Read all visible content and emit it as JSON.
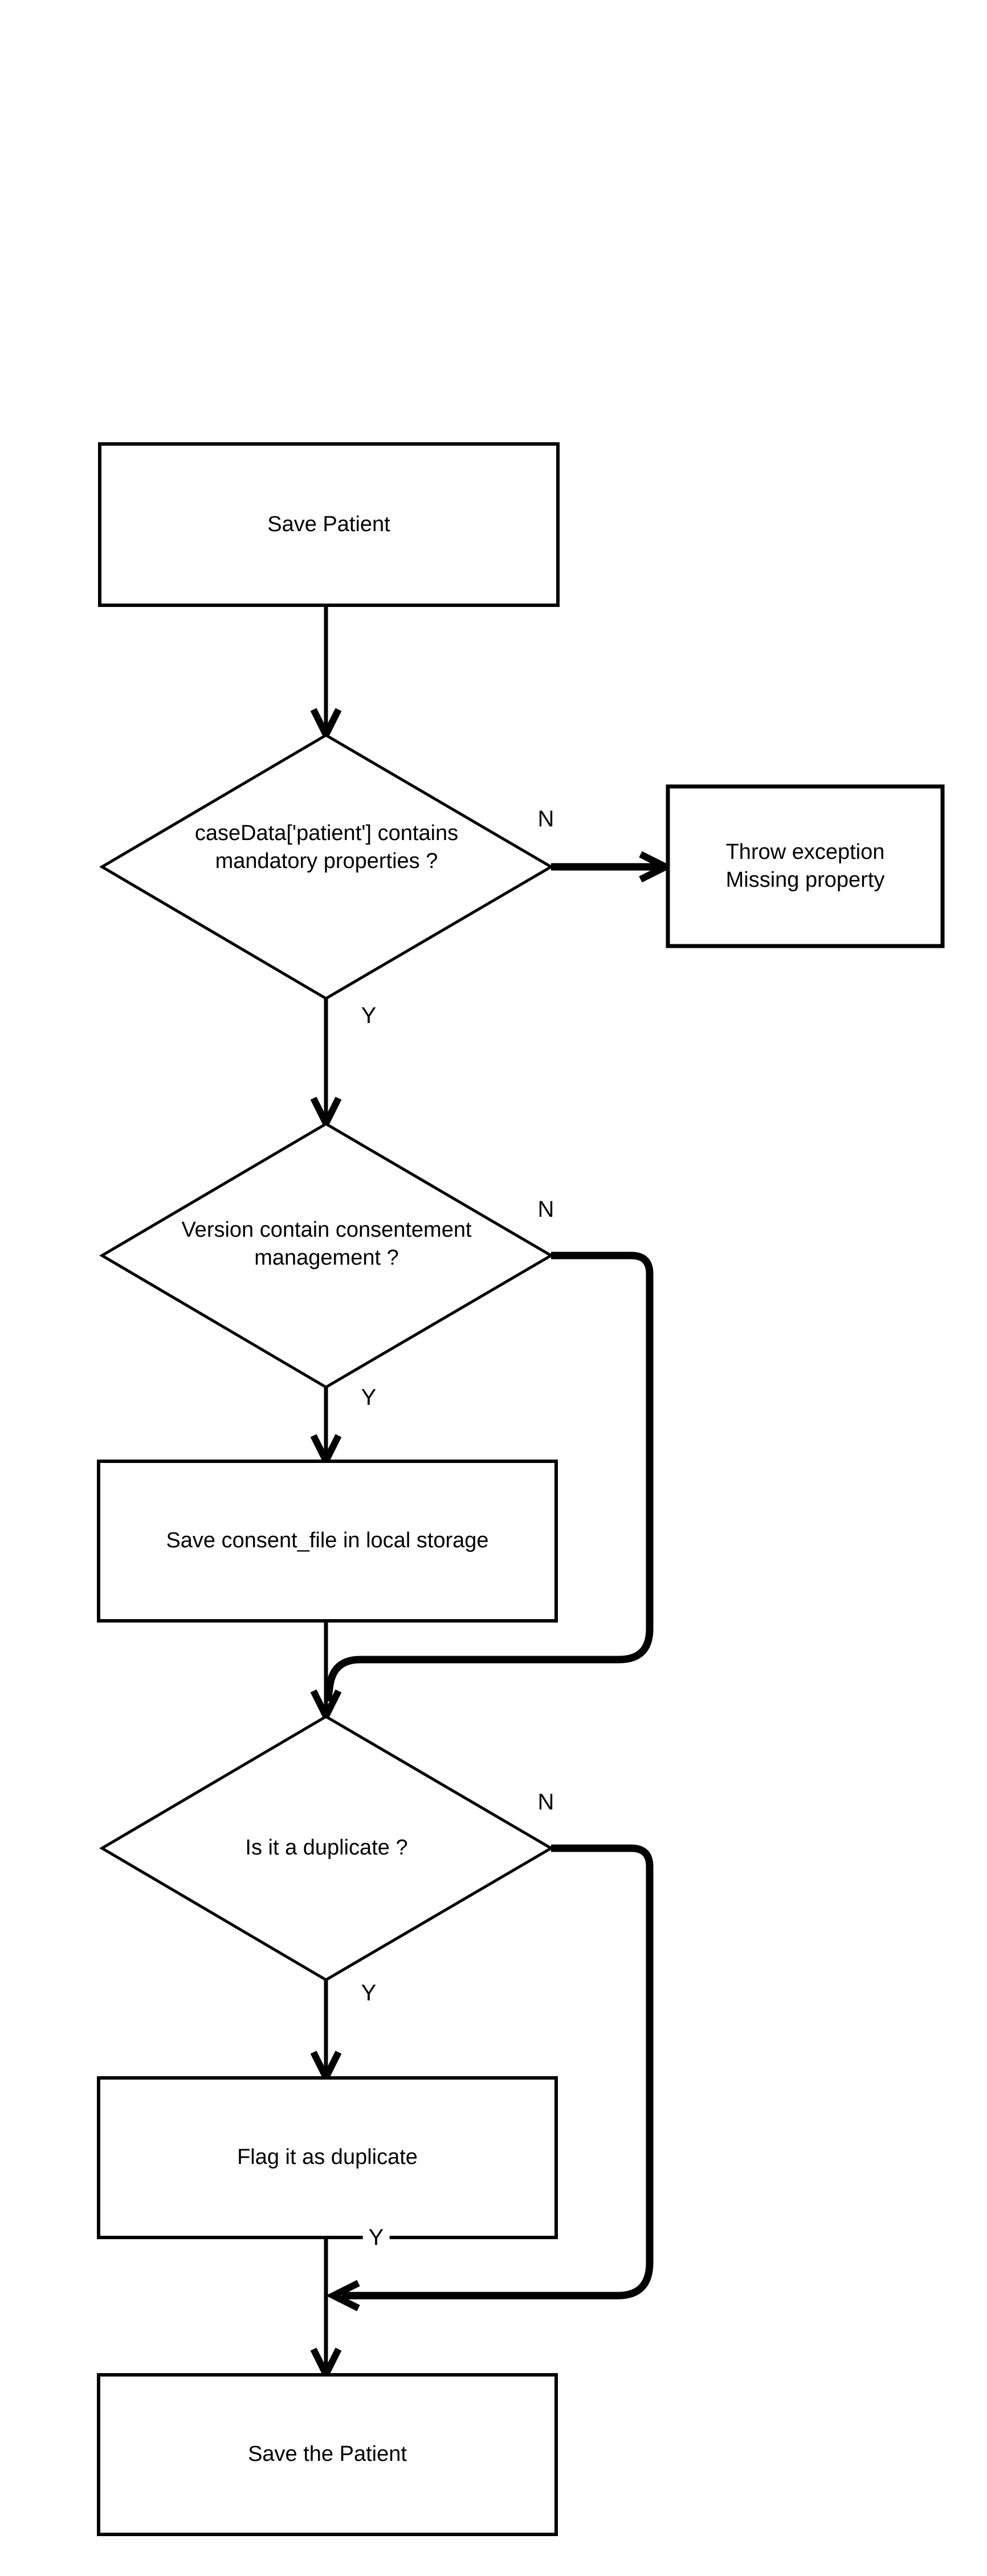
{
  "nodes": {
    "save_patient": {
      "label": "Save Patient"
    },
    "mandatory_check": {
      "label": "caseData['patient'] contains\nmandatory properties ?"
    },
    "throw_exception": {
      "label": "Throw exception\nMissing property"
    },
    "consent_check": {
      "label": "Version contain consentement\nmanagement ?"
    },
    "save_consent": {
      "label": "Save consent_file in local storage"
    },
    "duplicate_check": {
      "label": "Is it a duplicate ?"
    },
    "flag_duplicate": {
      "label": "Flag it as duplicate"
    },
    "save_the_patient": {
      "label": "Save the Patient"
    }
  },
  "edge_labels": {
    "mandatory_no": "N",
    "mandatory_yes": "Y",
    "consent_no": "N",
    "consent_yes": "Y",
    "duplicate_no": "N",
    "duplicate_yes": "Y",
    "flag_exit": "Y"
  },
  "colors": {
    "line": "#000000",
    "background": "#ffffff"
  }
}
